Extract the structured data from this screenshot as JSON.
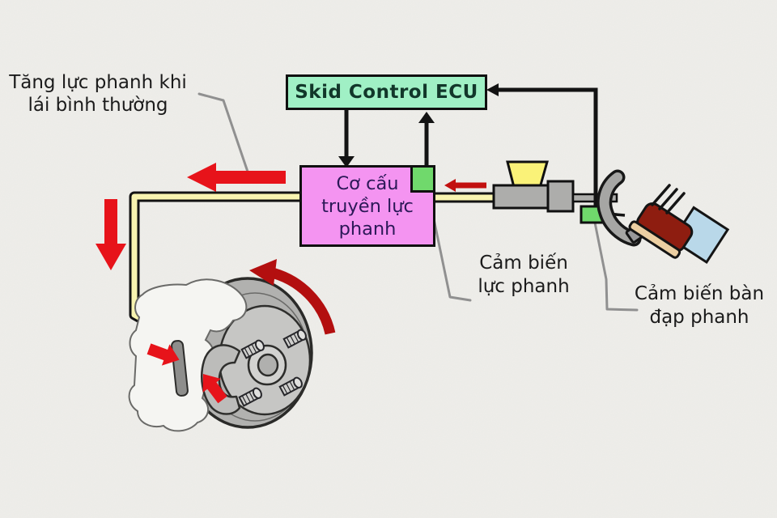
{
  "slide": {
    "background_color": "#efeeea",
    "description": "Brake assist system diagram (Vietnamese)"
  },
  "labels": {
    "normal_braking": {
      "line1": "Tăng lực phanh khi",
      "line2": "lái bình thường"
    },
    "ecu": "Skid Control ECU",
    "actuator": {
      "line1": "Cơ cấu",
      "line2": "truyền lực",
      "line3": "phanh"
    },
    "force_sensor": {
      "line1": "Cảm biến",
      "line2": "lực phanh"
    },
    "pedal_sensor": {
      "line1": "Cảm biến bàn",
      "line2": "đạp phanh"
    }
  },
  "colors": {
    "ecu_box_fill": "#a0f0c5",
    "actuator_box_fill": "#f494f1",
    "sensor_square_fill": "#70d96c",
    "brake_line_yellow": "#f8f4b0",
    "reservoir_yellow": "#faf278",
    "arrow_red": "#e7131a",
    "signal_arrow_red": "#c2100f",
    "rotation_arrow_red": "#b30f0f",
    "metal_gray": "#adadab",
    "leader_gray": "#909090",
    "wire_black": "#131313"
  },
  "icons": [
    "brake-disc-icon",
    "caliper-icon",
    "brake-pad-icon",
    "wheel-stud-icon",
    "master-cylinder-icon",
    "fluid-reservoir-icon",
    "brake-pedal-icon",
    "foot-icon",
    "motion-lines-icon",
    "pedal-sensor-icon",
    "force-sensor-icon",
    "brake-line-icon",
    "signal-wire-icon",
    "rotation-arrow-icon",
    "force-arrow-icon",
    "callout-line-icon"
  ]
}
